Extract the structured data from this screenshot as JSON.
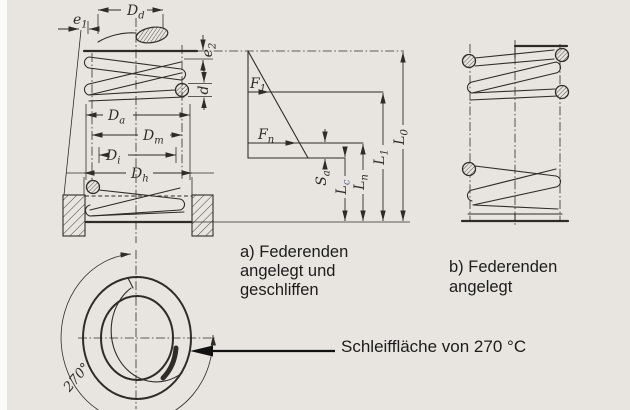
{
  "colors": {
    "paper": "#e8e5e0",
    "line": "#2e2c29",
    "caption_text": "#1c1c1c",
    "lc_subscript_highlight": "#51628f"
  },
  "figure_a": {
    "caption_line1": "a) Federenden",
    "caption_line2": "angelegt und",
    "caption_line3": "geschliffen",
    "labels": {
      "e1_main": "e",
      "e1_sub": "1",
      "Dd_main": "D",
      "Dd_sub": "d",
      "e2_main": "e",
      "e2_sub": "2",
      "d_main": "d",
      "Da_main": "D",
      "Da_sub": "a",
      "Dm_main": "D",
      "Dm_sub": "m",
      "Di_main": "D",
      "Di_sub": "i",
      "Dh_main": "D",
      "Dh_sub": "h"
    }
  },
  "load_diagram": {
    "labels": {
      "F1_main": "F",
      "F1_sub": "1",
      "Fn_main": "F",
      "Fn_sub": "n",
      "Sa_main": "S",
      "Sa_sub": "a",
      "Lc_main": "L",
      "Lc_sub": "c",
      "Ln_main": "L",
      "Ln_sub": "n",
      "L1_main": "L",
      "L1_sub": "1",
      "L0_main": "L",
      "L0_sub": "0"
    }
  },
  "figure_b": {
    "caption_line1": "b) Federenden",
    "caption_line2": "angelegt"
  },
  "top_view": {
    "angle_label": "270°",
    "annotation": "Schleiffläche von 270 °C"
  }
}
